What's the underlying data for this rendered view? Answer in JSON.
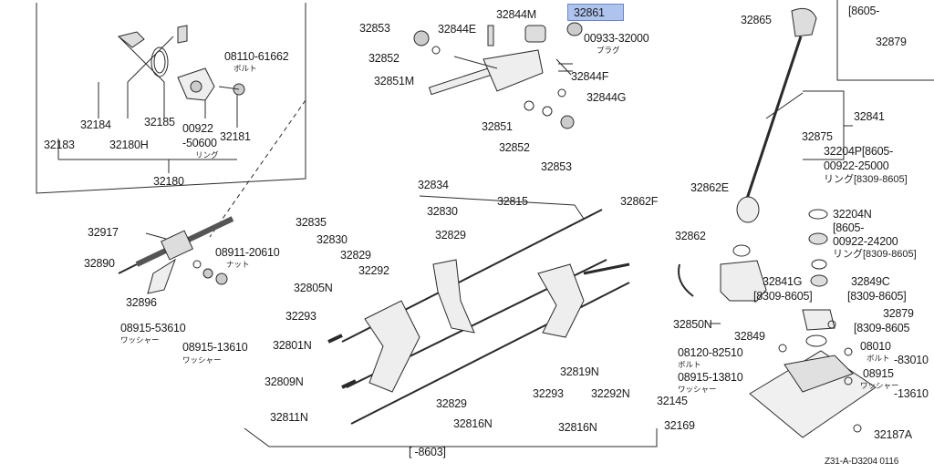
{
  "diagram": {
    "highlighted_part": "32861",
    "diagram_code": "Z31-A-D3204 0116",
    "sub_diagram_group": "32180",
    "labels": {
      "p32853_top": "32853",
      "p32844E": "32844E",
      "p32844M": "32844M",
      "p32861": "32861",
      "p00933_32000": "00933-32000",
      "p_plug_jp": "プラグ",
      "p32865": "32865",
      "p8605_top": "[8605-",
      "p32879_top": "32879",
      "p32852_top": "32852",
      "p32844F": "32844F",
      "p32851M": "32851M",
      "p32844G": "32844G",
      "p08110_61662": "08110-61662",
      "p_bolt1_jp": "ボルト",
      "p32841": "32841",
      "p32184": "32184",
      "p32185": "32185",
      "p00922_top": "00922",
      "p_50600": "-50600",
      "p32181": "32181",
      "p32183": "32183",
      "p32180H": "32180H",
      "p_ring1_jp": "リング",
      "p32851": "32851",
      "p32852_mid": "32852",
      "p32853_mid": "32853",
      "p32875": "32875",
      "p32204P": "32204P[8605-",
      "p00922_25000": "00922-25000",
      "p_ring_8309_8605_a": "リング[8309-8605]",
      "p32180": "32180",
      "p32834": "32834",
      "p32815": "32815",
      "p32862F": "32862F",
      "p32862E": "32862E",
      "p32204N": "32204N",
      "p8605_mid": "[8605-",
      "p00922_24200": "00922-24200",
      "p_ring_8309_8605_b": "リング[8309-8605]",
      "p32917": "32917",
      "p32835": "32835",
      "p32830_a": "32830",
      "p32830_b": "32830",
      "p32829_a": "32829",
      "p32829_b": "32829",
      "p32862": "32862",
      "p32890": "32890",
      "p08911_20610": "08911-20610",
      "p_nut_jp": "ナット",
      "p32292_a": "32292",
      "p32841G": "32841G",
      "p32849C": "32849C",
      "p8309_8605_a": "[8309-8605]",
      "p8309_8605_b": "[8309-8605]",
      "p32896": "32896",
      "p32805N": "32805N",
      "p32879_mid": "32879",
      "p8309_8605_c": "[8309-8605",
      "p32293_a": "32293",
      "p32850N": "32850N",
      "p32849": "32849",
      "p08915_53610": "08915-53610",
      "p_washer1_jp": "ワッシャー",
      "p32801N": "32801N",
      "p08120_82510": "08120-82510",
      "p_bolt2_jp": "ボルト",
      "p08010": "08010",
      "p_bolt3_jp": "ボルト",
      "p_83010": "-83010",
      "p08915_13610": "08915-13610",
      "p_washer2_jp": "ワッシャー",
      "p08915_13810": "08915-13810",
      "p_washer3_jp": "ワッシャー",
      "p08915_r": "08915",
      "p_washer4_jp": "ワッシャー",
      "p_13610": "-13610",
      "p32809N": "32809N",
      "p32819N": "32819N",
      "p32293_b": "32293",
      "p32292N": "32292N",
      "p32145": "32145",
      "p32829_c": "32829",
      "p32811N": "32811N",
      "p32169": "32169",
      "p32816N": "32816N",
      "p32187A": "32187A",
      "p_range_8603": "[ -8603]"
    }
  },
  "colors": {
    "line": "#2a2a2a",
    "highlight_fill": "#aec3ee",
    "highlight_border": "#6d86c8",
    "background": "#ffffff"
  }
}
